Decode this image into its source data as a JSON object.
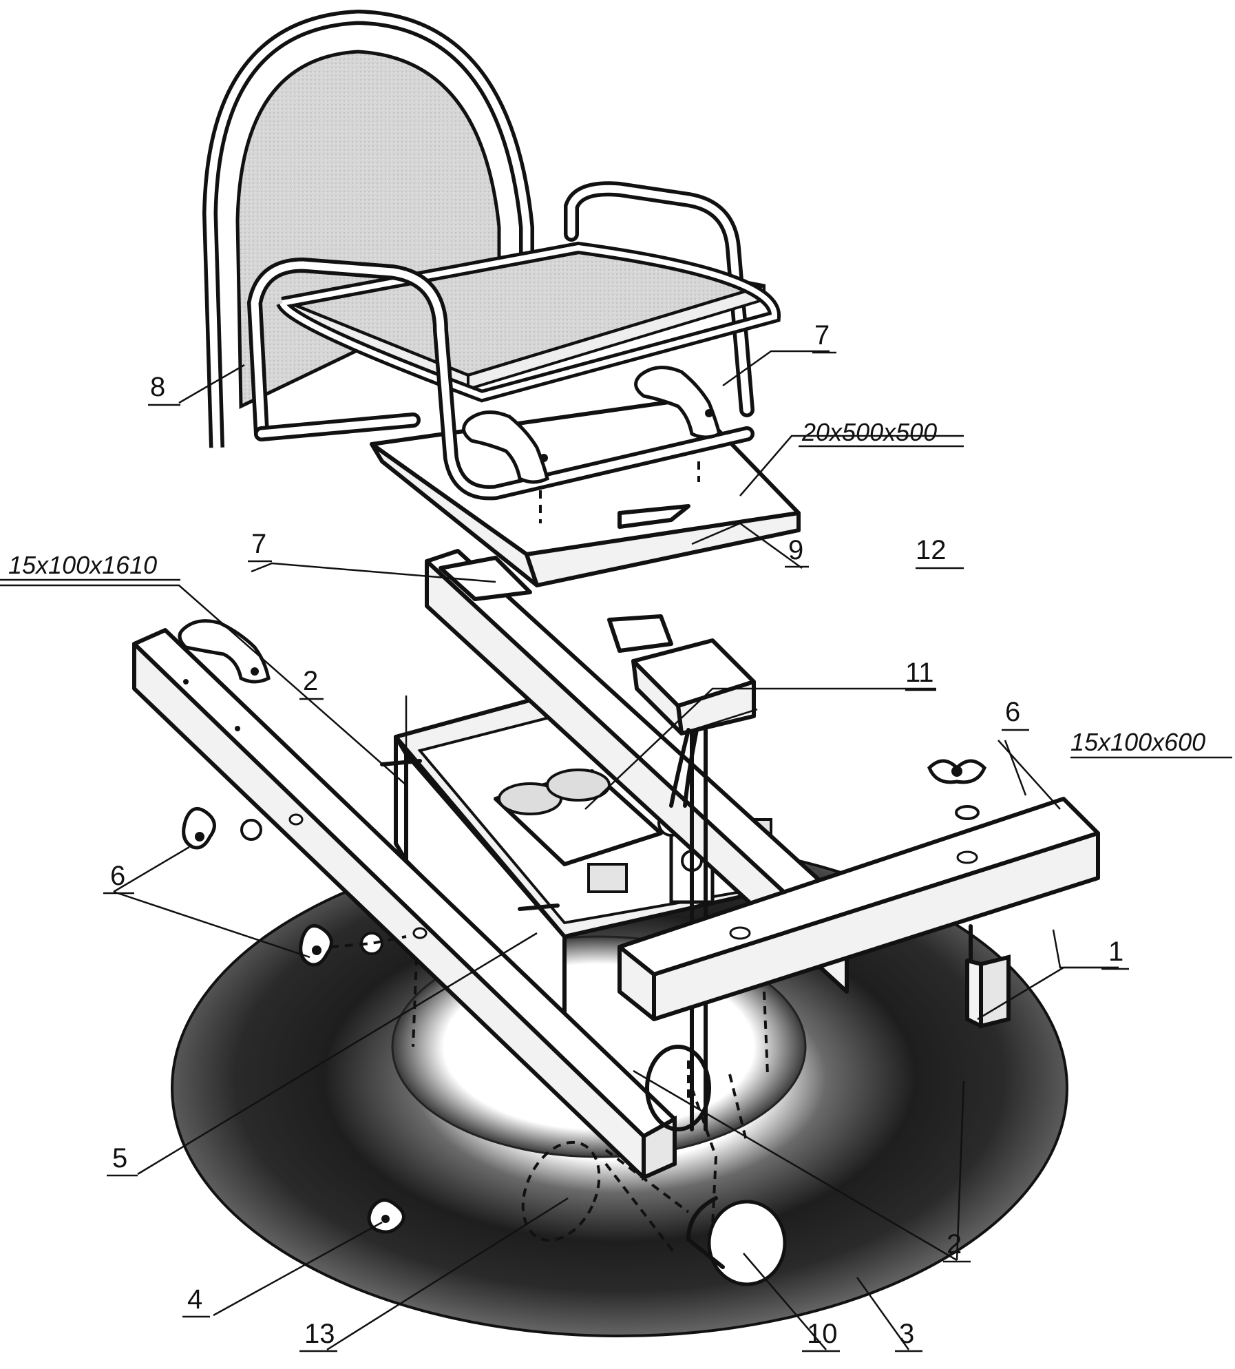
{
  "diagram": {
    "callouts": {
      "c1": "1",
      "c2a": "2",
      "c2b": "2",
      "c3": "3",
      "c4": "4",
      "c5": "5",
      "c6a": "6",
      "c6b": "6",
      "c7a": "7",
      "c7b": "7",
      "c8": "8",
      "c9": "9",
      "c10": "10",
      "c11": "11",
      "c12": "12",
      "c13": "13"
    },
    "dimensions": {
      "long_beam": "15x100x1610",
      "cross_beam": "15x100x600",
      "seat_board": "20x500x500"
    },
    "colors": {
      "ink": "#111111",
      "tube": "#1a1a1a",
      "cushion": "#d9d9d9",
      "paper": "#ffffff"
    }
  }
}
